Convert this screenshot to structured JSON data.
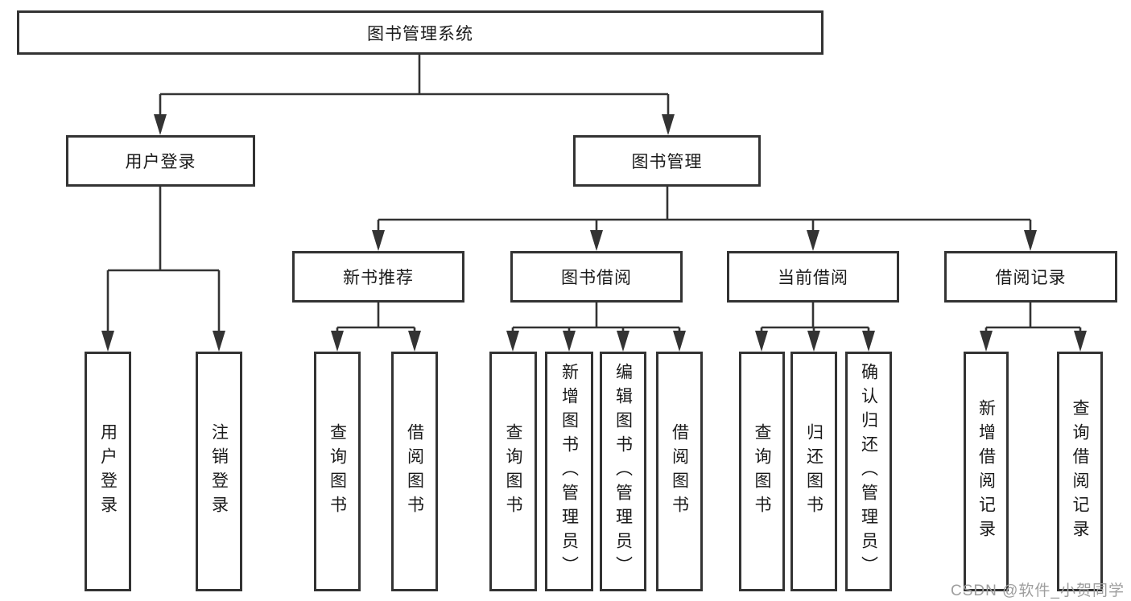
{
  "title": "图书管理系统",
  "colors": {
    "background": "#ffffff",
    "line": "#333333",
    "box_border": "#333333",
    "text": "#1a1a1a",
    "watermark": "#9e9e9e"
  },
  "tree": {
    "root": {
      "label": "图书管理系统",
      "children": [
        {
          "label": "用户登录",
          "children": [
            {
              "label": "用户登录"
            },
            {
              "label": "注销登录"
            }
          ]
        },
        {
          "label": "图书管理",
          "children": [
            {
              "label": "新书推荐",
              "children": [
                {
                  "label": "查询图书"
                },
                {
                  "label": "借阅图书"
                }
              ]
            },
            {
              "label": "图书借阅",
              "children": [
                {
                  "label": "查询图书"
                },
                {
                  "label": "新增图书（管理员）"
                },
                {
                  "label": "编辑图书（管理员）"
                },
                {
                  "label": "借阅图书"
                }
              ]
            },
            {
              "label": "当前借阅",
              "children": [
                {
                  "label": "查询图书"
                },
                {
                  "label": "归还图书"
                },
                {
                  "label": "确认归还（管理员）"
                }
              ]
            },
            {
              "label": "借阅记录",
              "children": [
                {
                  "label": "新增借阅记录"
                },
                {
                  "label": "查询借阅记录"
                }
              ]
            }
          ]
        }
      ]
    }
  },
  "watermark": {
    "text": "CSDN @软件_小贺同学"
  }
}
